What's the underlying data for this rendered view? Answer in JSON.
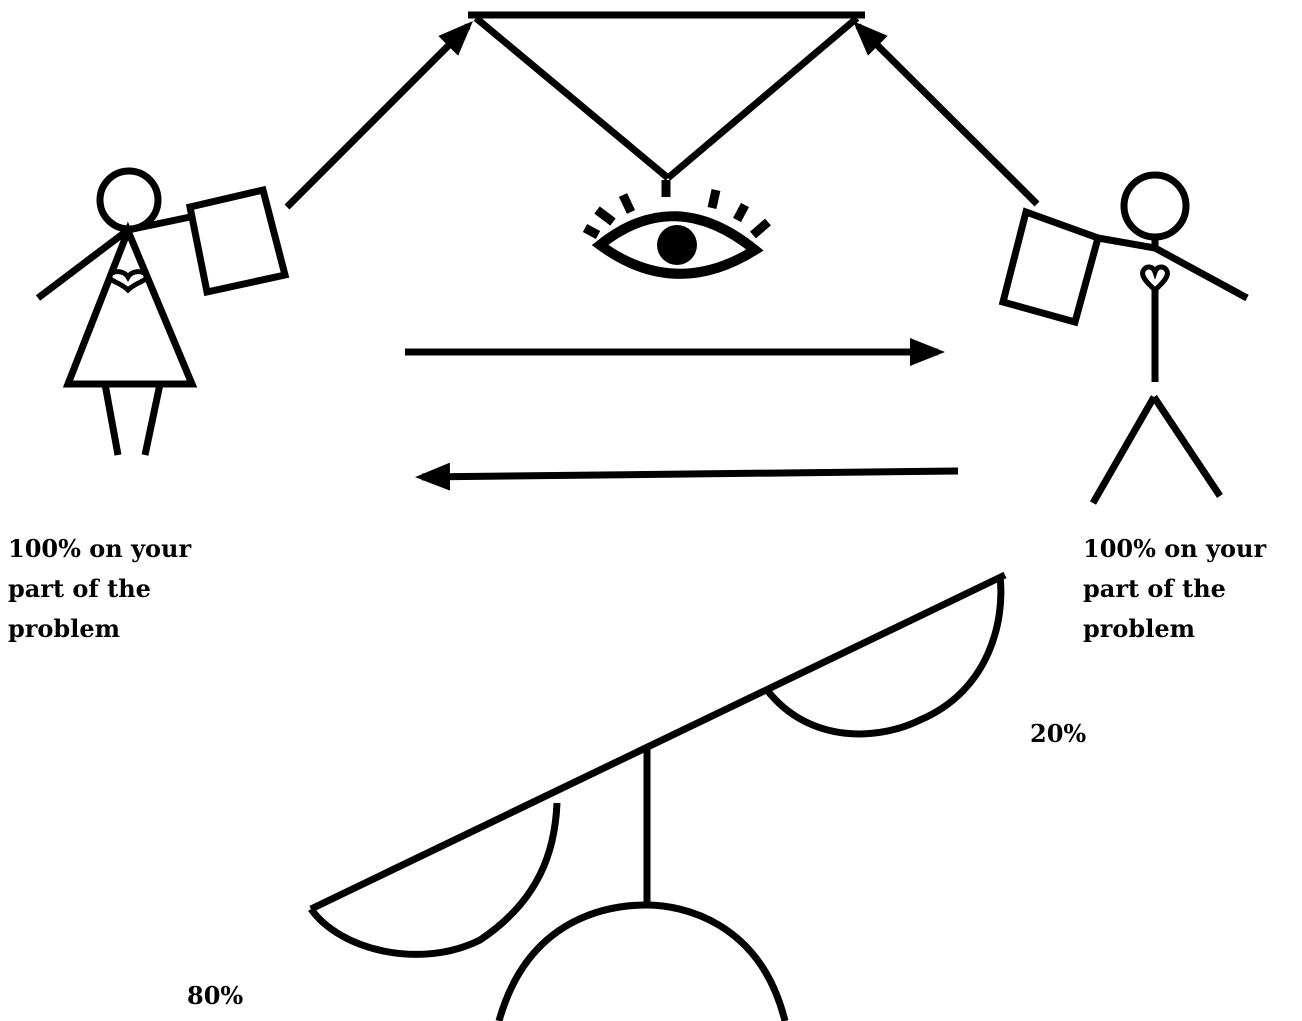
{
  "labels": {
    "left_person": "100% on your\npart of the\nproblem",
    "right_person": "100% on your\npart of the\nproblem",
    "seesaw_right": "20%",
    "seesaw_left": "80%"
  },
  "colors": {
    "ink": "#000000",
    "background": "#ffffff"
  },
  "icons": [
    "woman-figure-icon",
    "man-figure-icon",
    "eye-icon",
    "heart-icon",
    "arrow-icon",
    "seesaw-icon"
  ]
}
